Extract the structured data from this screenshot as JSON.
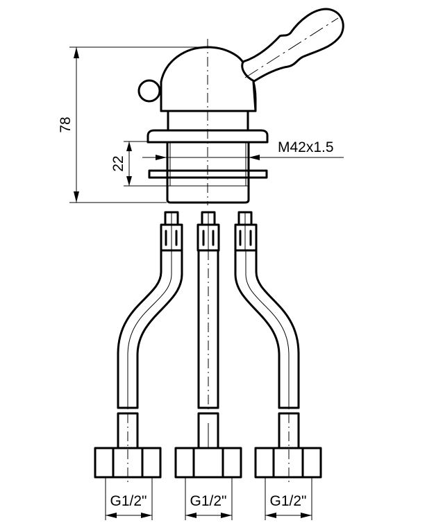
{
  "drawing": {
    "subject": "Single-lever mixer valve with three connection hoses",
    "colors": {
      "line": "#000000",
      "background": "#ffffff"
    },
    "dimensions": {
      "overall_height": "78",
      "thread_length": "22",
      "thread_spec": "M42x1.5",
      "hose_connections": [
        "G1/2\"",
        "G1/2\"",
        "G1/2\""
      ]
    }
  }
}
